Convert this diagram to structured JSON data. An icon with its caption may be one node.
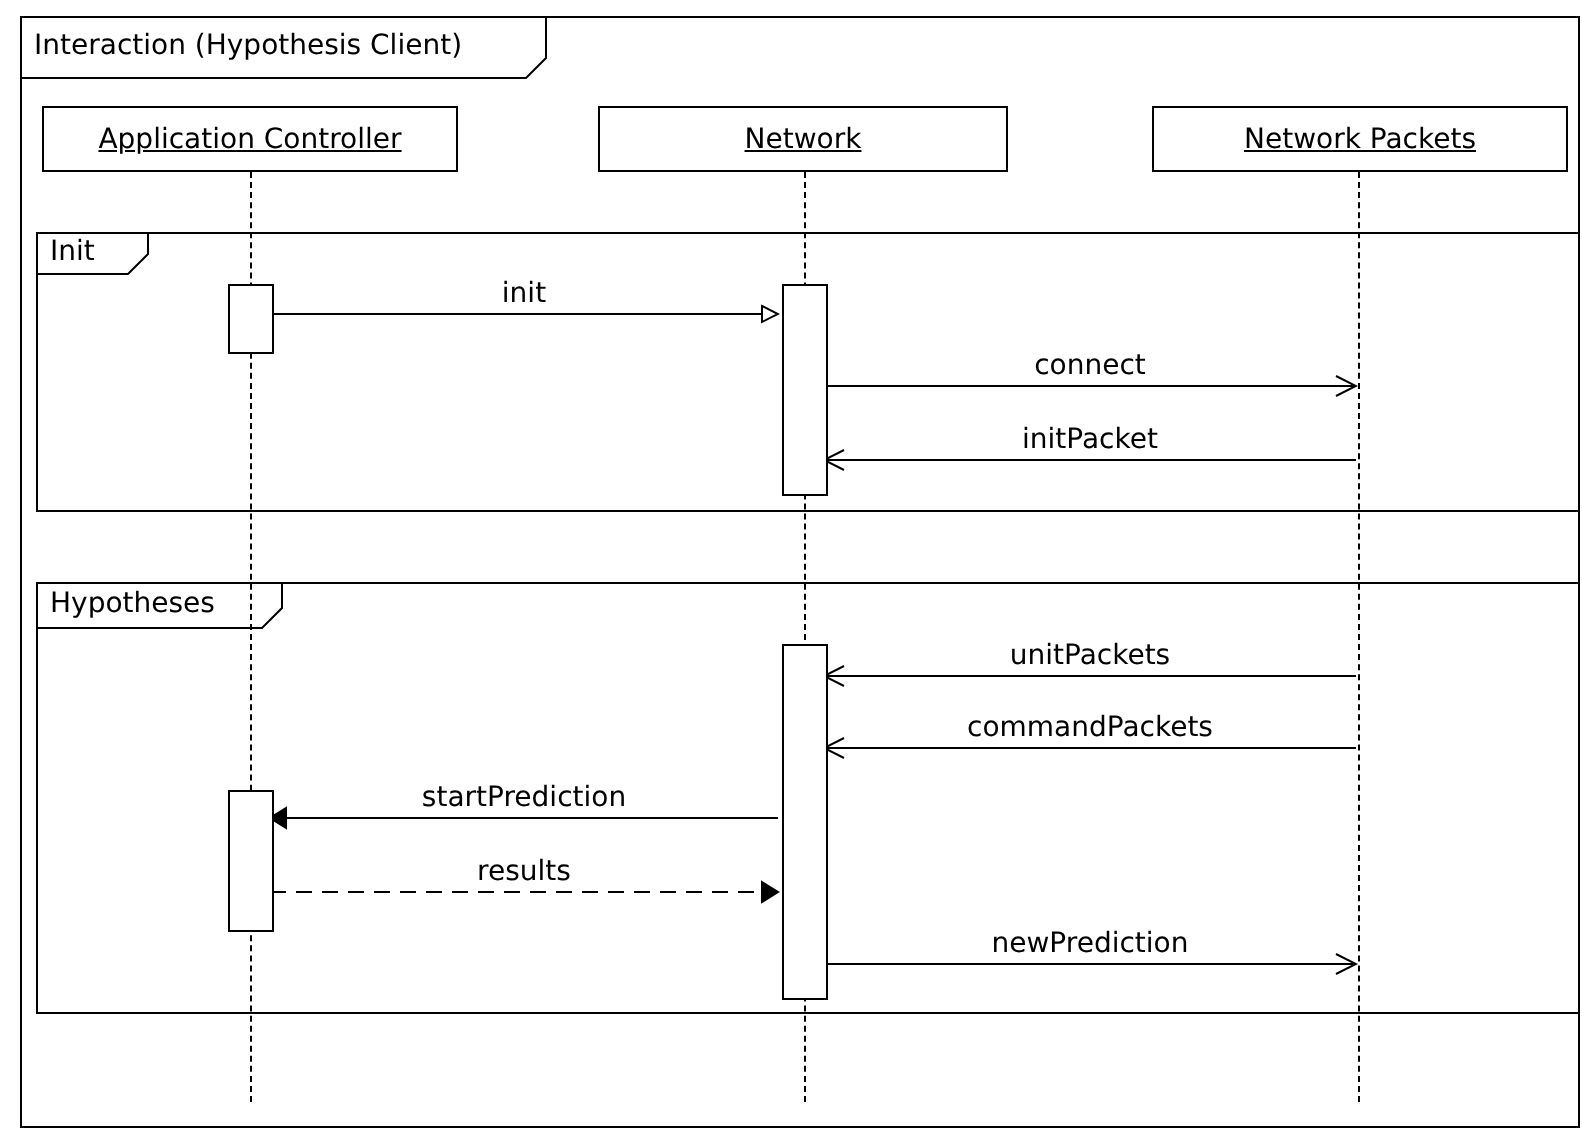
{
  "diagram": {
    "nodes": [
      {
        "text": [
          "Interaction (Hypothesis Client)"
        ]
      },
      {
        "text": [
          "Application Controller"
        ],
        "in": 0
      },
      {
        "text": [
          "Network"
        ],
        "in": 0
      },
      {
        "text": [
          "Network Packets"
        ],
        "in": 0
      },
      {
        "text": [
          "Init"
        ],
        "in": 0
      },
      {
        "text": [
          "Hypotheses"
        ],
        "in": 0
      },
      {
        "text": [],
        "shape": "bar",
        "in": 4
      },
      {
        "text": [],
        "shape": "bar",
        "in": 4
      },
      {
        "text": [],
        "shape": "bar",
        "in": 5
      },
      {
        "text": [],
        "shape": "bar",
        "in": 5
      },
      {
        "text": [],
        "shape": "line",
        "in": 0
      },
      {
        "text": [],
        "shape": "line",
        "in": 0
      },
      {
        "text": [],
        "shape": "line",
        "in": 0
      }
    ],
    "edges": [
      {
        "from": 6,
        "to": 7,
        "arrow": "to",
        "label": "init"
      },
      {
        "from": 7,
        "to": 12,
        "arrow": "to",
        "label": "connect"
      },
      {
        "from": 12,
        "to": 7,
        "arrow": "to",
        "label": "initPacket"
      },
      {
        "from": 12,
        "to": 8,
        "arrow": "to",
        "label": "unitPackets"
      },
      {
        "from": 12,
        "to": 8,
        "arrow": "to",
        "label": "commandPackets"
      },
      {
        "from": 8,
        "to": 9,
        "arrow": "to",
        "label": "startPrediction"
      },
      {
        "from": 9,
        "to": 8,
        "arrow": "to",
        "label": "results",
        "style": "dashed"
      },
      {
        "from": 8,
        "to": 12,
        "arrow": "to",
        "label": "newPrediction"
      }
    ]
  }
}
